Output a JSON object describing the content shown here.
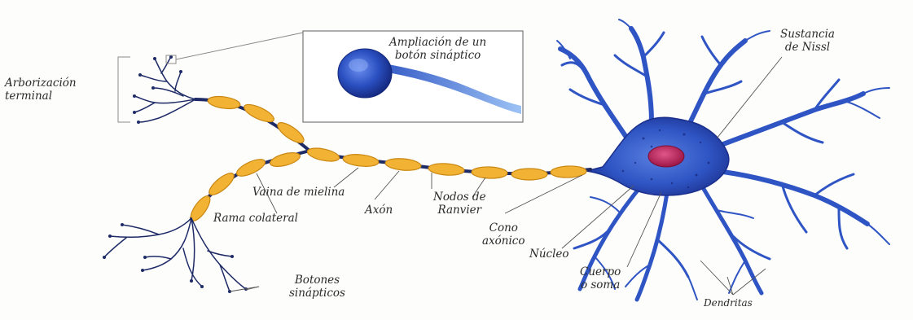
{
  "labels": {
    "inset_title": "Ampliación de un\nbotón sináptico",
    "arborization": "Arborización\nterminal",
    "nissl": "Sustancia\nde Nissl",
    "myelin": "Vaina de mielina",
    "collateral": "Rama colateral",
    "axon": "Axón",
    "ranvier": "Nodos de\nRanvier",
    "hillock": "Cono\naxónico",
    "nucleus": "Núcleo",
    "soma": "Cuerpo\no soma",
    "buttons": "Botones\nsinápticos",
    "dendrites": "Dendritas"
  },
  "colors": {
    "cell_blue": "#2f55c4",
    "cell_dark": "#1b2f8c",
    "axon_line": "#1d2a66",
    "myelin": "#f2b334",
    "myelin_edge": "#c98712",
    "nucleus": "#c2255c",
    "leader": "#555555"
  }
}
